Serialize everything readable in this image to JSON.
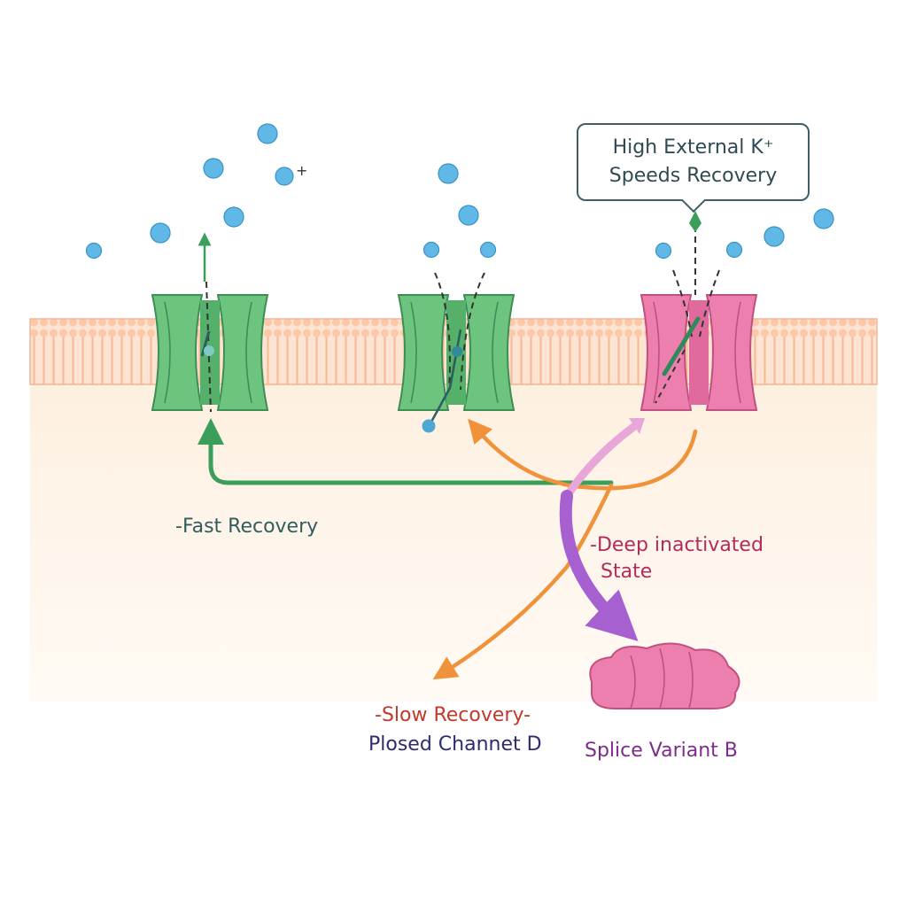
{
  "labels": {
    "fast_recovery": "Fast Recovery",
    "deep_inactivated_line1": "Deep inactivated",
    "deep_inactivated_line2": "State",
    "slow_recovery": "Slow Recovery",
    "closed_channel": "Plosed Channet D",
    "splice_variant": "Splice Variant B",
    "callout_line1": "High External K⁺",
    "callout_line2": "Speeds Recovery",
    "ion_plus_sign": "+"
  },
  "colors": {
    "membrane": "#fbc9a9",
    "cytoplasm": "#fdeedd",
    "channel_green": "#6cc47f",
    "channel_pink": "#ec7fae",
    "ion_blue": "#5fb8e6",
    "fast_arrow": "#3b9e5b",
    "slow_arrow": "#f0923a",
    "deep_arrow": "#a660cf",
    "text_dark_teal": "#2f5e5c",
    "text_crimson": "#b32a5c",
    "text_red": "#c0392b",
    "text_navy": "#2c2d6e",
    "text_purple": "#7d2c8c"
  },
  "icons": [
    "ion-icon",
    "ion-channel-icon",
    "protein-icon",
    "arrow-icon"
  ]
}
